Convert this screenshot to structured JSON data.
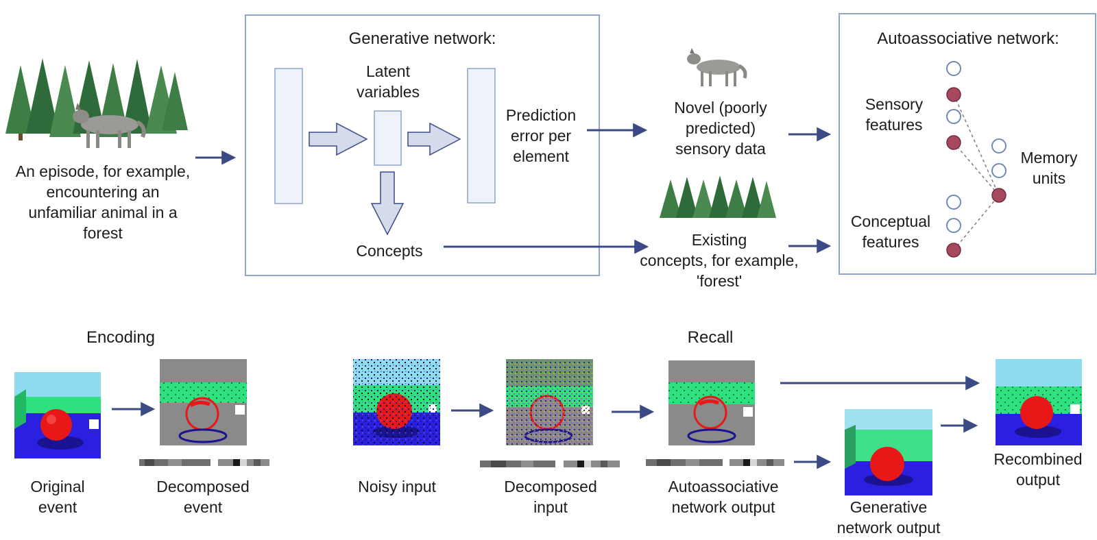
{
  "top_panel": {
    "episode_caption": "An episode, for example, encountering an unfamiliar animal in a forest",
    "episode_lines": [
      "An episode, for example,",
      "encountering an",
      "unfamiliar animal in a",
      "forest"
    ],
    "generative_network": {
      "title": "Generative network:",
      "latent_lines": [
        "Latent",
        "variables"
      ],
      "prediction_lines": [
        "Prediction",
        "error per",
        "element"
      ],
      "concepts_label": "Concepts"
    },
    "novel_lines": [
      "Novel (poorly",
      "predicted)",
      "sensory data"
    ],
    "existing_lines": [
      "Existing",
      "concepts, for example,",
      "'forest'"
    ],
    "autoassociative_network": {
      "title": "Autoassociative network:",
      "sensory_lines": [
        "Sensory",
        "features"
      ],
      "conceptual_lines": [
        "Conceptual",
        "features"
      ],
      "memory_lines": [
        "Memory",
        "units"
      ]
    }
  },
  "bottom_panel": {
    "encoding_title": "Encoding",
    "recall_title": "Recall",
    "captions": {
      "original": [
        "Original",
        "event"
      ],
      "decomposed_event": [
        "Decomposed",
        "event"
      ],
      "noisy": [
        "Noisy input"
      ],
      "decomposed_input": [
        "Decomposed",
        "input"
      ],
      "auto_output": [
        "Autoassociative",
        "network output"
      ],
      "generative_output": [
        "Generative",
        "network output"
      ],
      "recombined": [
        "Recombined",
        "output"
      ]
    }
  },
  "colors": {
    "arrow": "#3b4a84",
    "box_border": "#8ea4c8",
    "node_filled": "#a8485e",
    "node_empty_stroke": "#7389b5",
    "sky": "#8fdcf0",
    "green_wall": "#2fe07e",
    "floor": "#2b1fe0",
    "ball": "#e81818",
    "gray": "#8a8a8a",
    "tree": "#3f7d46"
  }
}
